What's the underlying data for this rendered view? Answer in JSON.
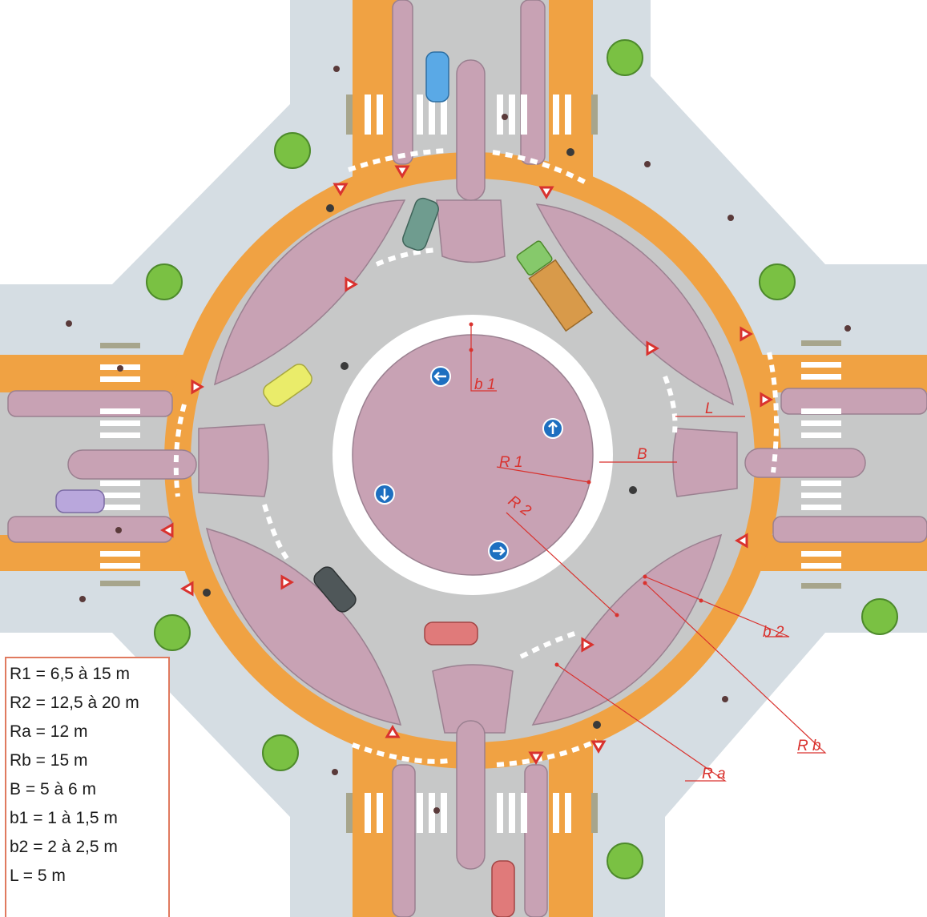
{
  "colors": {
    "pedestrian_zone": "#d5dde3",
    "bike_lane": "#f0a243",
    "island": "#c8a2b4",
    "carriageway": "#c7c8c8",
    "central_ring": "#ffffff",
    "annotation": "#d9322e",
    "sign_blue": "#1d6fc0",
    "tree": "#7ac143"
  },
  "labels": {
    "b1": "b 1",
    "L": "L",
    "R1": "R 1",
    "B": "B",
    "R2": "R 2",
    "b2": "b 2",
    "Rb": "R b",
    "Ra": "R a"
  },
  "legend": {
    "lines": [
      "R1 = 6,5 à 15 m",
      "R2 = 12,5 à 20 m",
      "Ra = 12 m",
      "Rb = 15 m",
      "B = 5 à 6 m",
      "b1 = 1 à 1,5 m",
      "b2 = 2 à 2,5 m",
      "L = 5 m"
    ]
  },
  "icons": [
    "tree-icon",
    "yield-triangle-icon",
    "arrow-left-icon",
    "arrow-up-icon",
    "arrow-down-icon",
    "arrow-right-icon",
    "car-icon",
    "truck-icon",
    "cyclist-icon",
    "pedestrian-icon"
  ]
}
